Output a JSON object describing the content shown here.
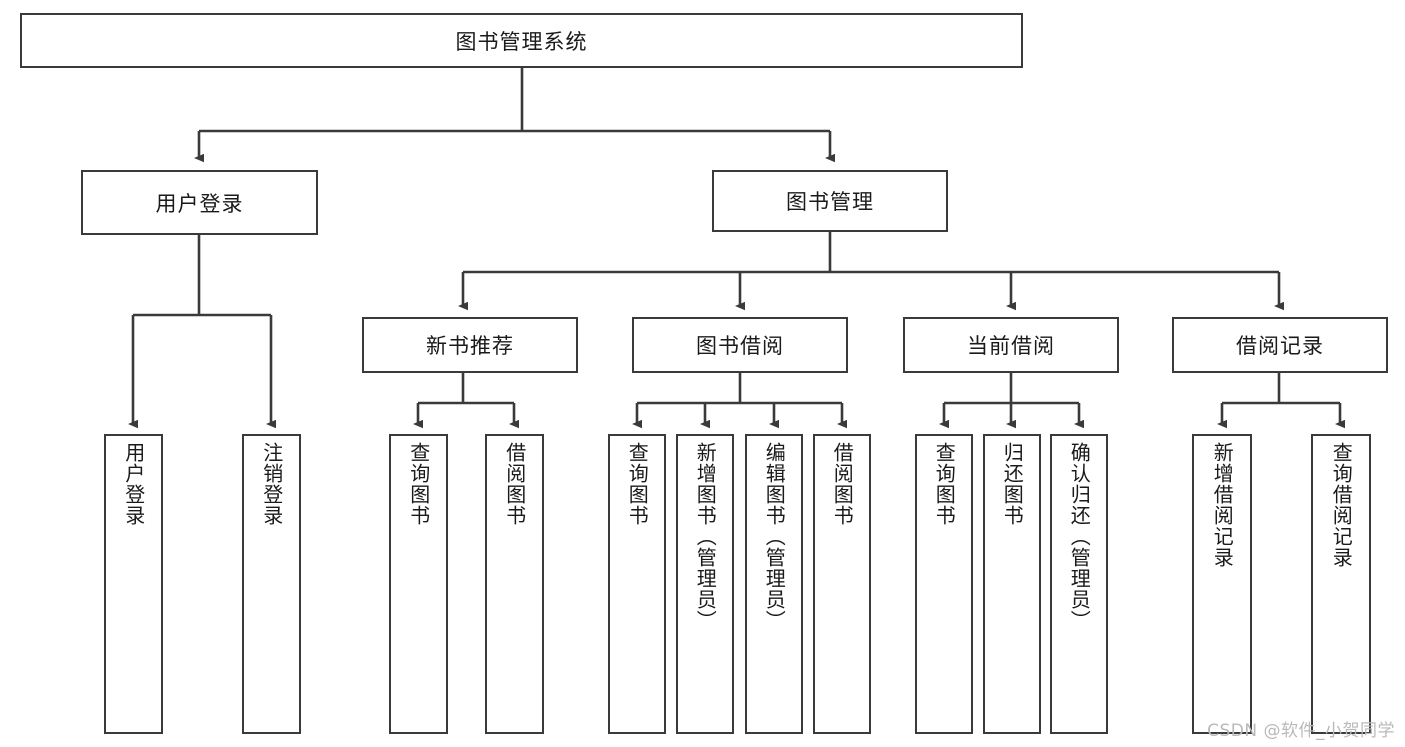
{
  "diagram": {
    "type": "hierarchy-tree",
    "title": "图书管理系统",
    "orientation": "top-down",
    "edge_style": "orthogonal-arrow",
    "colors": {
      "box_border": "#3a3a3a",
      "box_fill": "#ffffff",
      "line": "#3a3a3a",
      "text": "#1a1a1a",
      "watermark": "#b9b9b9"
    },
    "root": {
      "label": "图书管理系统"
    },
    "level2": [
      {
        "label": "用户登录"
      },
      {
        "label": "图书管理"
      }
    ],
    "level3": [
      {
        "label": "新书推荐"
      },
      {
        "label": "图书借阅"
      },
      {
        "label": "当前借阅"
      },
      {
        "label": "借阅记录"
      }
    ],
    "leaves": {
      "user_login": [
        {
          "label": "用户登录"
        },
        {
          "label": "注销登录"
        }
      ],
      "new_book_recommend": [
        {
          "label": "查询图书"
        },
        {
          "label": "借阅图书"
        }
      ],
      "book_borrow": [
        {
          "label": "查询图书"
        },
        {
          "label": "新增图书（管理员）"
        },
        {
          "label": "编辑图书（管理员）"
        },
        {
          "label": "借阅图书"
        }
      ],
      "current_borrow": [
        {
          "label": "查询图书"
        },
        {
          "label": "归还图书"
        },
        {
          "label": "确认归还（管理员）"
        }
      ],
      "borrow_record": [
        {
          "label": "新增借阅记录"
        },
        {
          "label": "查询借阅记录"
        }
      ]
    }
  },
  "watermark": {
    "text": "CSDN @软件_小贺同学"
  }
}
